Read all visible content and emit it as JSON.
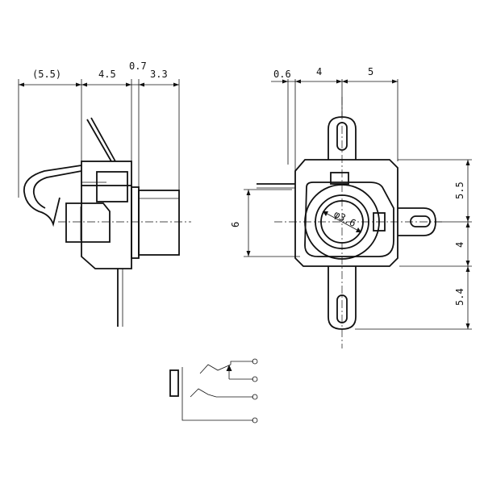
{
  "dimensions": {
    "side_view": {
      "dim_a": "(5.5)",
      "dim_b": "4.5",
      "dim_c": "0.7",
      "dim_d": "3.3"
    },
    "front_view": {
      "dim_top_small": "0.6",
      "dim_top_mid": "4",
      "dim_top_right": "5",
      "dim_left": "6",
      "dim_right_upper": "5.5",
      "dim_right_mid": "4",
      "dim_right_lower": "5.4",
      "diameter": "φ3.6"
    }
  }
}
